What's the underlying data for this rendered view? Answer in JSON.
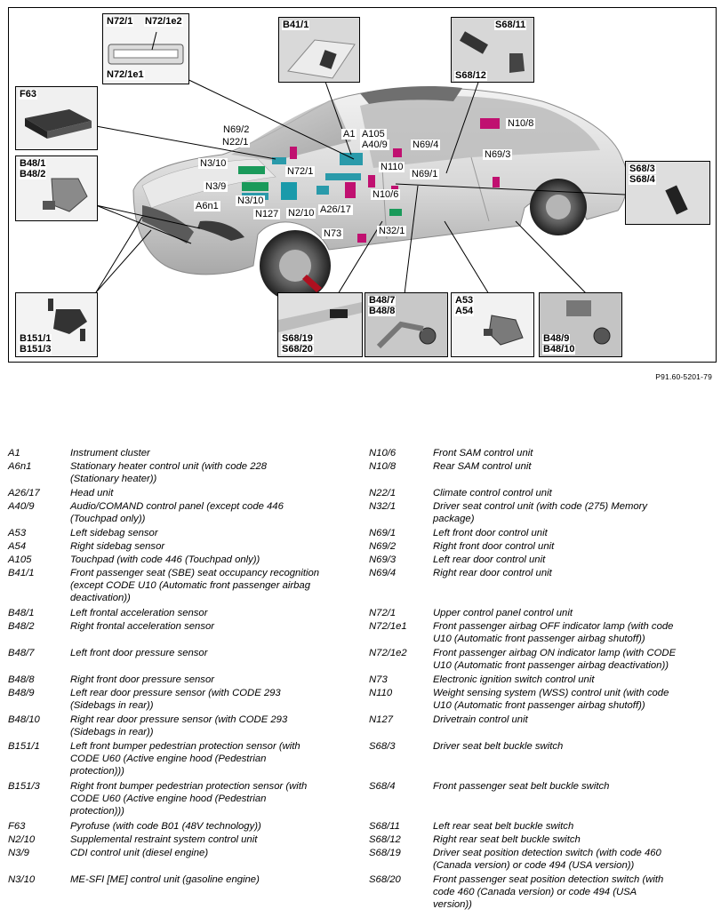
{
  "figure": {
    "reference": "P91.60-5201-79",
    "callouts": [
      "N69/2",
      "N22/1",
      "N3/10",
      "N3/9",
      "A6n1",
      "N3/10",
      "N127",
      "N72/1",
      "N2/10",
      "A26/17",
      "A1",
      "A105",
      "A40/9",
      "N69/4",
      "N110",
      "N10/6",
      "N69/1",
      "N10/8",
      "N69/3",
      "N73",
      "N32/1"
    ],
    "insets": {
      "n72": [
        "N72/1",
        "N72/1e2",
        "N72/1e1"
      ],
      "b41": [
        "B41/1"
      ],
      "s68_11": [
        "S68/11",
        "S68/12"
      ],
      "f63": [
        "F63"
      ],
      "b48_1": [
        "B48/1",
        "B48/2"
      ],
      "s68_3": [
        "S68/3",
        "S68/4"
      ],
      "b151": [
        "B151/1",
        "B151/3"
      ],
      "s68_19": [
        "S68/19",
        "S68/20"
      ],
      "b48_7": [
        "B48/7",
        "B48/8"
      ],
      "a53": [
        "A53",
        "A54"
      ],
      "b48_9": [
        "B48/9",
        "B48/10"
      ]
    }
  },
  "legend": {
    "left": [
      {
        "code": "A1",
        "desc": "Instrument cluster"
      },
      {
        "code": "A6n1",
        "desc": "Stationary heater control unit (with code 228\n(Stationary heater))"
      },
      {
        "code": "A26/17",
        "desc": "Head unit"
      },
      {
        "code": "A40/9",
        "desc": "Audio/COMAND control panel (except code 446\n(Touchpad only))"
      },
      {
        "code": "A53",
        "desc": "Left sidebag sensor"
      },
      {
        "code": "A54",
        "desc": "Right sidebag sensor"
      },
      {
        "code": "A105",
        "desc": "Touchpad (with code 446 (Touchpad only))"
      },
      {
        "code": "B41/1",
        "desc": "Front passenger seat (SBE) seat occupancy recognition\n(except CODE U10 (Automatic front passenger airbag\ndeactivation))"
      },
      {
        "code": "B48/1",
        "desc": "Left frontal acceleration sensor"
      },
      {
        "code": "B48/2",
        "desc": "Right frontal acceleration sensor"
      },
      {
        "code": "B48/7",
        "desc": "Left front door pressure sensor"
      },
      {
        "code": "B48/8",
        "desc": "Right front door pressure sensor"
      },
      {
        "code": "B48/9",
        "desc": "Left rear door pressure sensor (with CODE 293\n(Sidebags in rear))"
      },
      {
        "code": "B48/10",
        "desc": "Right rear door pressure sensor (with CODE 293\n(Sidebags in rear))"
      },
      {
        "code": "B151/1",
        "desc": "Left front bumper pedestrian protection sensor (with\nCODE U60 (Active engine hood (Pedestrian\nprotection)))"
      },
      {
        "code": "B151/3",
        "desc": "Right front bumper pedestrian protection sensor (with\nCODE U60 (Active engine hood (Pedestrian\nprotection)))"
      },
      {
        "code": "F63",
        "desc": "Pyrofuse (with code B01 (48V technology))"
      },
      {
        "code": "N2/10",
        "desc": "Supplemental restraint system control unit"
      },
      {
        "code": "N3/9",
        "desc": "CDI control unit (diesel engine)"
      },
      {
        "code": "N3/10",
        "desc": "ME-SFI [ME] control unit (gasoline engine)"
      }
    ],
    "right": [
      {
        "code": "N10/6",
        "desc": "Front SAM control unit"
      },
      {
        "code": "N10/8",
        "desc": "Rear SAM control unit"
      },
      {
        "code": "N22/1",
        "desc": "Climate control control unit"
      },
      {
        "code": "N32/1",
        "desc": "Driver seat control unit (with code (275) Memory\npackage)"
      },
      {
        "code": "N69/1",
        "desc": "Left front door control unit"
      },
      {
        "code": "N69/2",
        "desc": "Right front door control unit"
      },
      {
        "code": "N69/3",
        "desc": "Left rear door control unit"
      },
      {
        "code": "N69/4",
        "desc": "Right rear door control unit"
      },
      {
        "code": "N72/1",
        "desc": "Upper control panel control unit"
      },
      {
        "code": "N72/1e1",
        "desc": "Front passenger airbag OFF indicator lamp (with code\nU10 (Automatic front passenger airbag shutoff))"
      },
      {
        "code": "N72/1e2",
        "desc": "Front passenger airbag ON indicator lamp (with CODE\nU10 (Automatic front passenger airbag deactivation))"
      },
      {
        "code": "N73",
        "desc": "Electronic ignition switch control unit"
      },
      {
        "code": "N110",
        "desc": "Weight sensing system (WSS) control unit (with code\nU10 (Automatic front passenger airbag shutoff))"
      },
      {
        "code": "N127",
        "desc": "Drivetrain control unit"
      },
      {
        "code": "S68/3",
        "desc": "Driver seat belt buckle switch"
      },
      {
        "code": "S68/4",
        "desc": "Front passenger seat belt buckle switch"
      },
      {
        "code": "S68/11",
        "desc": "Left rear seat belt buckle switch"
      },
      {
        "code": "S68/12",
        "desc": "Right rear seat belt buckle switch"
      },
      {
        "code": "S68/19",
        "desc": "Driver seat position detection switch (with code 460\n(Canada version) or code 494 (USA version))"
      },
      {
        "code": "S68/20",
        "desc": "Front passenger seat position detection switch (with\ncode 460 (Canada version) or code 494 (USA\nversion))"
      }
    ]
  }
}
